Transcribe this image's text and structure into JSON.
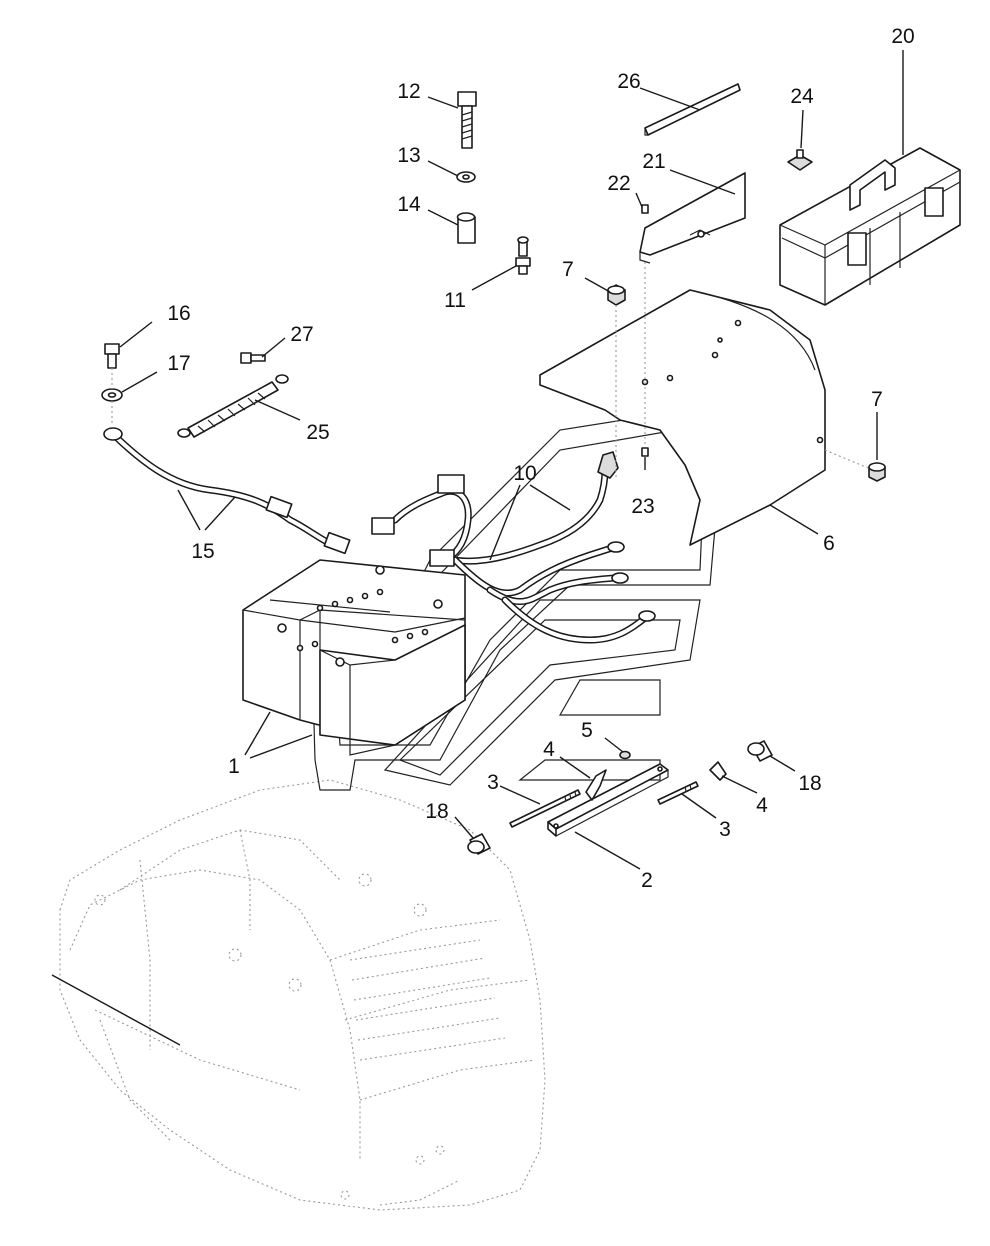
{
  "callouts": [
    {
      "id": "c1",
      "label": "1"
    },
    {
      "id": "c2",
      "label": "2"
    },
    {
      "id": "c3a",
      "label": "3"
    },
    {
      "id": "c3b",
      "label": "3"
    },
    {
      "id": "c4a",
      "label": "4"
    },
    {
      "id": "c4b",
      "label": "4"
    },
    {
      "id": "c5",
      "label": "5"
    },
    {
      "id": "c6",
      "label": "6"
    },
    {
      "id": "c7a",
      "label": "7"
    },
    {
      "id": "c7b",
      "label": "7"
    },
    {
      "id": "c10",
      "label": "10"
    },
    {
      "id": "c11",
      "label": "11"
    },
    {
      "id": "c12",
      "label": "12"
    },
    {
      "id": "c13",
      "label": "13"
    },
    {
      "id": "c14",
      "label": "14"
    },
    {
      "id": "c15",
      "label": "15"
    },
    {
      "id": "c16",
      "label": "16"
    },
    {
      "id": "c17",
      "label": "17"
    },
    {
      "id": "c18a",
      "label": "18"
    },
    {
      "id": "c18b",
      "label": "18"
    },
    {
      "id": "c20",
      "label": "20"
    },
    {
      "id": "c21",
      "label": "21"
    },
    {
      "id": "c22",
      "label": "22"
    },
    {
      "id": "c23",
      "label": "23"
    },
    {
      "id": "c24",
      "label": "24"
    },
    {
      "id": "c25",
      "label": "25"
    },
    {
      "id": "c26",
      "label": "26"
    },
    {
      "id": "c27",
      "label": "27"
    }
  ],
  "colors": {
    "line": "#1a1a1a",
    "background": "#ffffff",
    "ghost": "#9a9a9a"
  }
}
